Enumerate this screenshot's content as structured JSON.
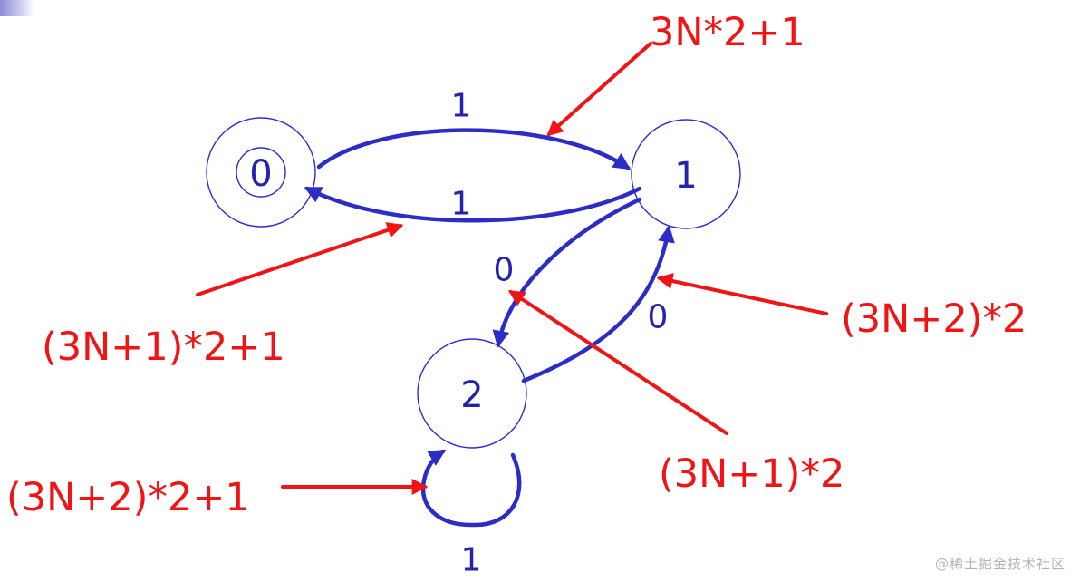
{
  "corner_color": "#9b9be0",
  "colors": {
    "state_stroke": "#2c2ccf",
    "transition": "#2c2cc6",
    "annotation": "#f01414",
    "watermark": "#b4b4b4"
  },
  "states": [
    {
      "id": "0",
      "label": "0",
      "accepting": true
    },
    {
      "id": "1",
      "label": "1",
      "accepting": false
    },
    {
      "id": "2",
      "label": "2",
      "accepting": false
    }
  ],
  "transitions": [
    {
      "id": "t01",
      "from": "0",
      "to": "1",
      "label": "1"
    },
    {
      "id": "t10",
      "from": "1",
      "to": "0",
      "label": "1"
    },
    {
      "id": "t12",
      "from": "1",
      "to": "2",
      "label": "0"
    },
    {
      "id": "t21",
      "from": "2",
      "to": "1",
      "label": "0"
    },
    {
      "id": "t22",
      "from": "2",
      "to": "2",
      "label": "1"
    }
  ],
  "annotations": [
    {
      "id": "a01",
      "text": "3N*2+1",
      "points_to": "t01"
    },
    {
      "id": "a10",
      "text": "(3N+1)*2+1",
      "points_to": "t10"
    },
    {
      "id": "a21",
      "text": "(3N+2)*2",
      "points_to": "t21"
    },
    {
      "id": "a12",
      "text": "(3N+1)*2",
      "points_to": "t12"
    },
    {
      "id": "a22",
      "text": "(3N+2)*2+1",
      "points_to": "t22"
    }
  ],
  "watermark": "@稀土掘金技术社区"
}
